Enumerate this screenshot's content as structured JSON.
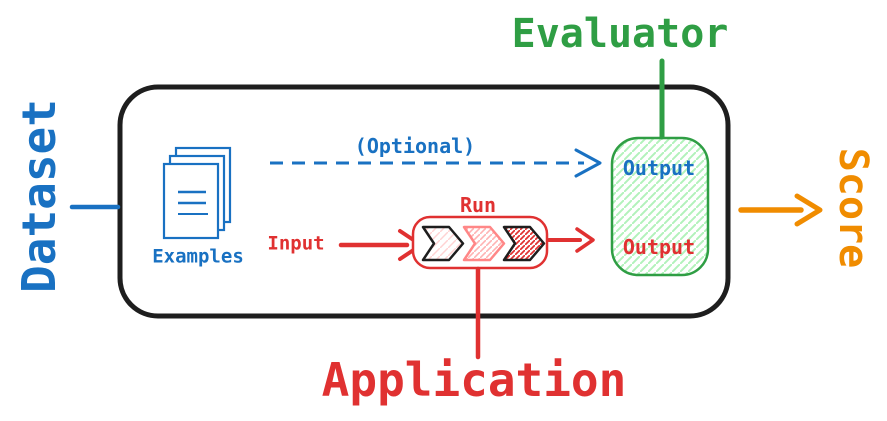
{
  "diagram": {
    "description": "Evaluation flow diagram: a dataset of examples feeds inputs into an application run, whose output (and optionally the example output) goes to an evaluator that produces a score"
  },
  "labels": {
    "dataset": "Dataset",
    "evaluator": "Evaluator",
    "score": "Score",
    "application": "Application",
    "examples": "Examples",
    "optional": "(Optional)",
    "input": "Input",
    "run": "Run",
    "evaluator_output": "Output",
    "application_output": "Output"
  },
  "colors": {
    "blue": "#1971c2",
    "red": "#e03131",
    "green": "#2f9e44",
    "orange": "#f08c00",
    "black": "#1e1e1e",
    "green_hatch_fill": "#b2f2bb",
    "pink_hatch_light": "#ffd3d3",
    "pink_hatch_medium": "#ffb3b3",
    "red_hatch_dense": "#e03131",
    "chevron2_outline": "#ff8787"
  }
}
